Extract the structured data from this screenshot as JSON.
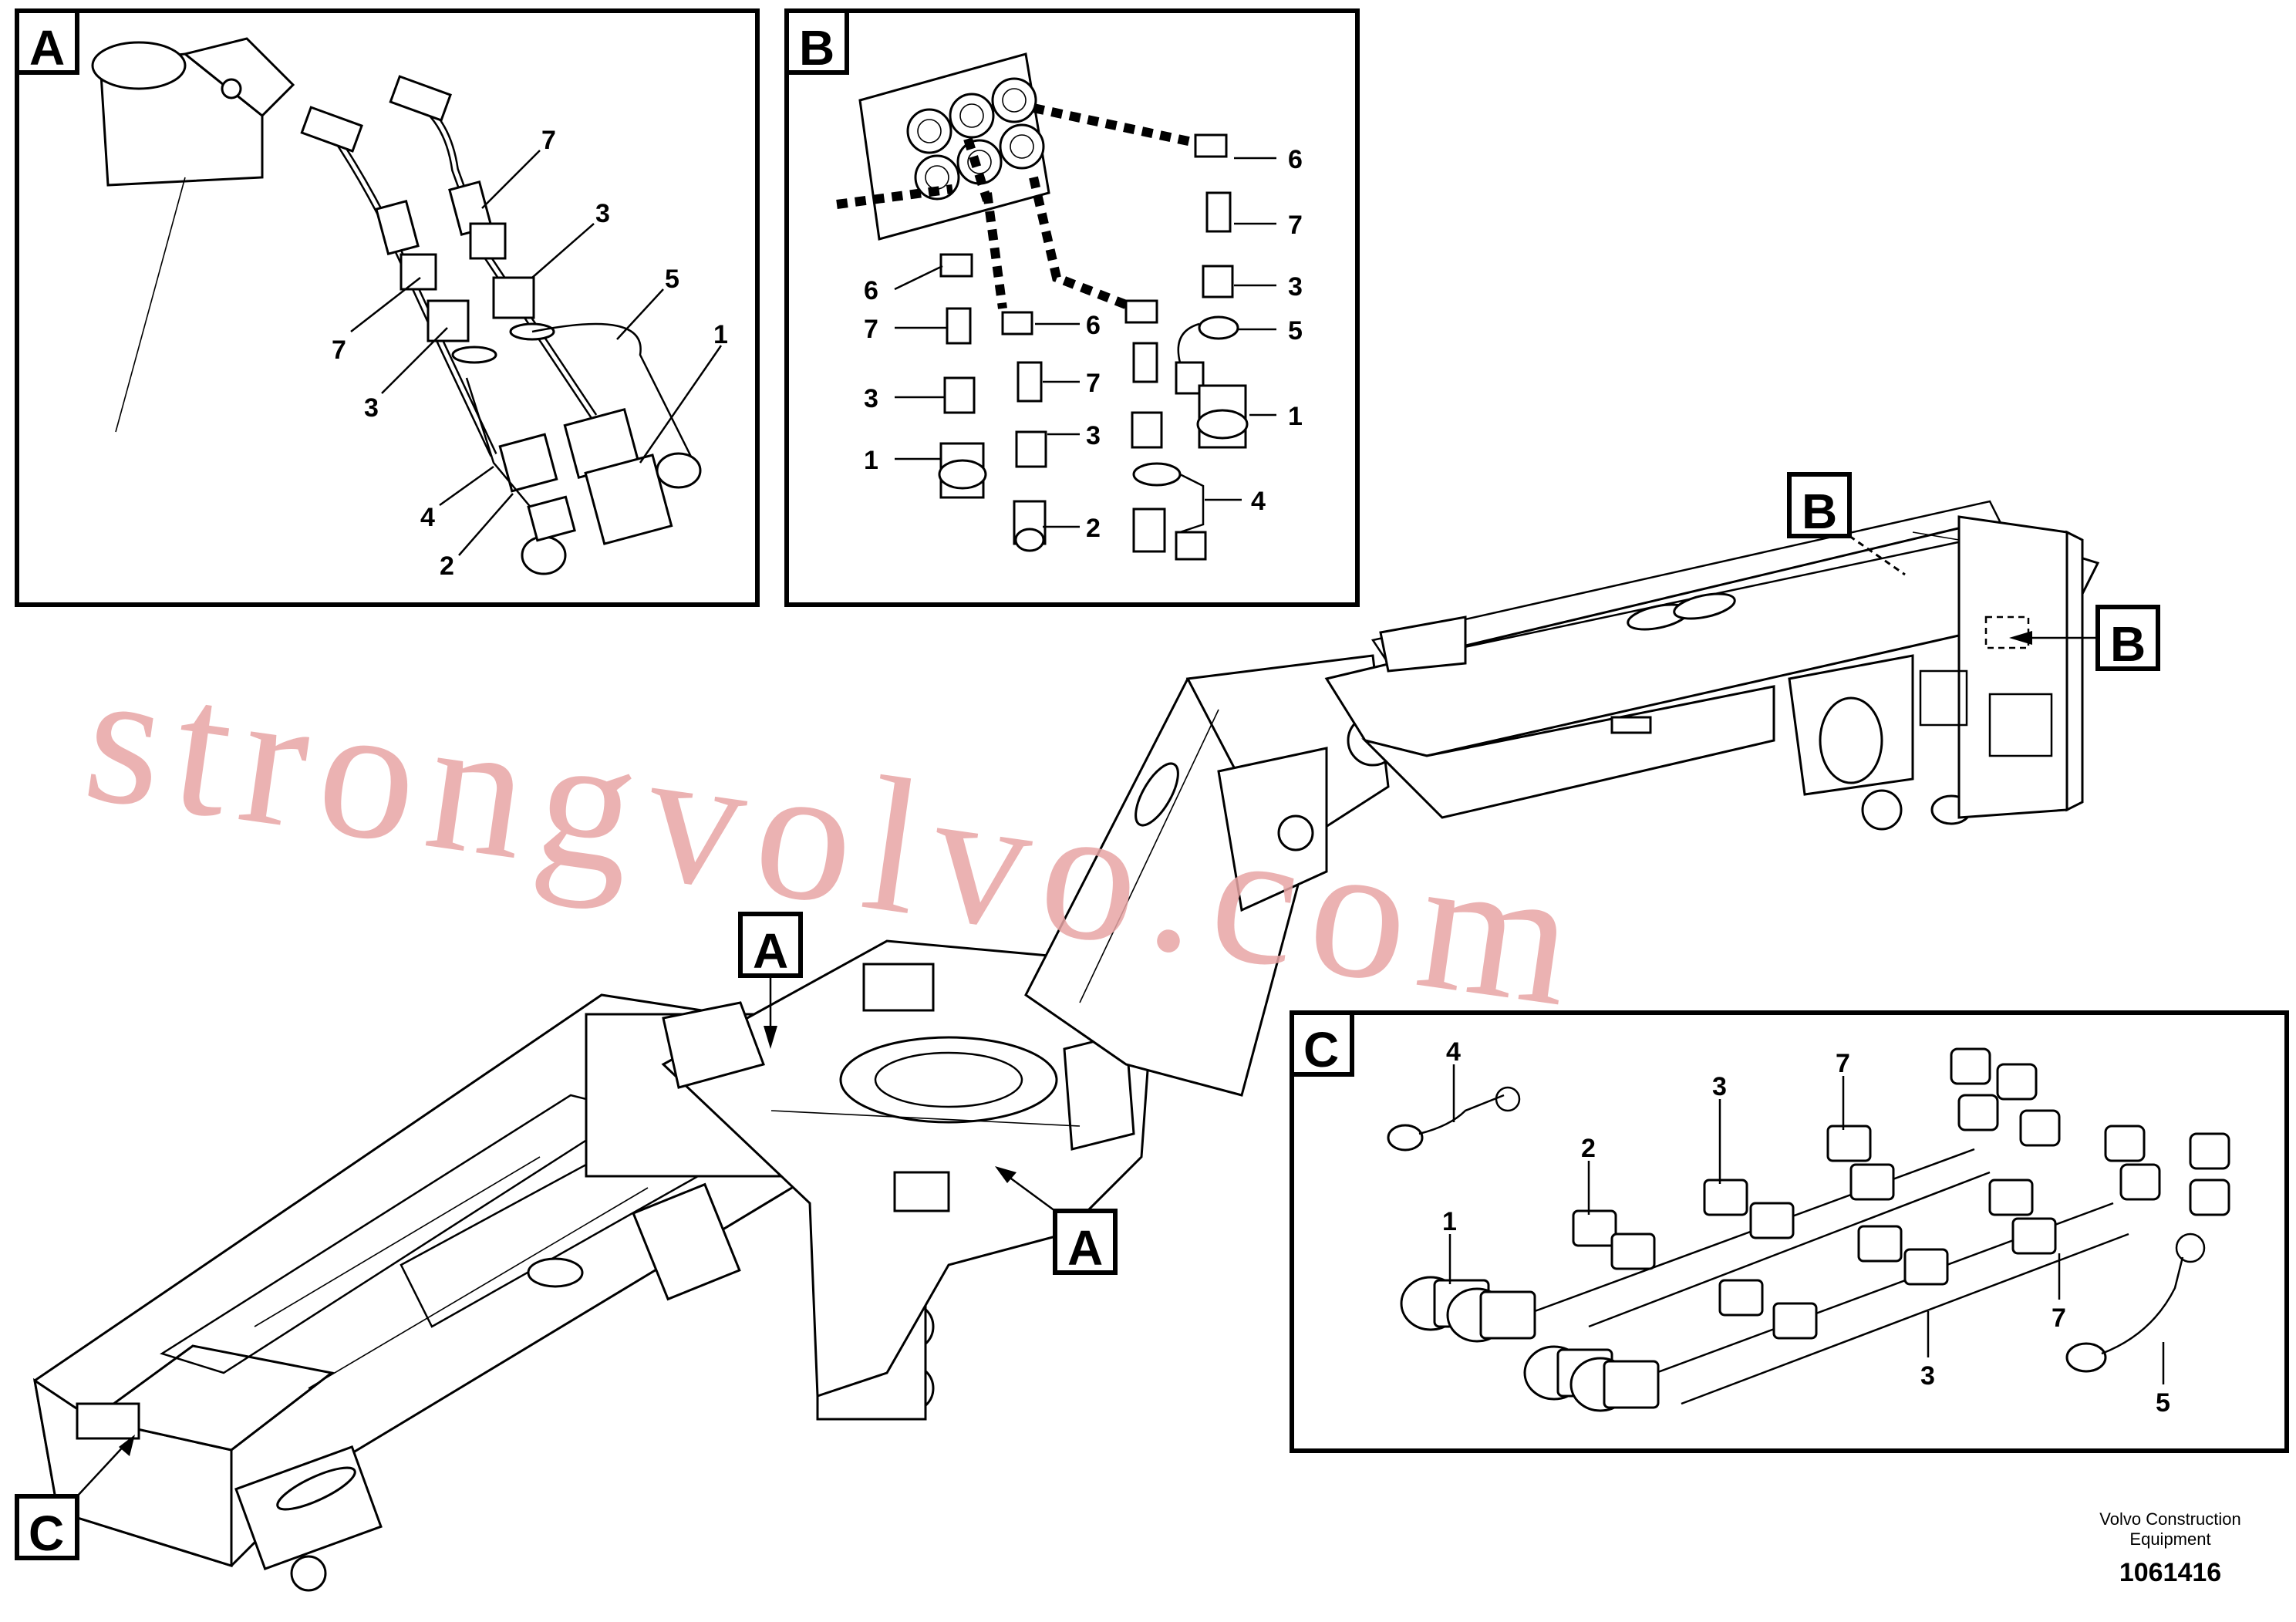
{
  "panels": {
    "a": {
      "tag": "A",
      "callouts": [
        "7",
        "3",
        "5",
        "1",
        "7",
        "3",
        "4",
        "2"
      ]
    },
    "b": {
      "tag": "B",
      "callouts": [
        "6",
        "7",
        "3",
        "5",
        "1",
        "6",
        "7",
        "3",
        "1",
        "6",
        "7",
        "3",
        "2",
        "4"
      ]
    },
    "c": {
      "tag": "C",
      "callouts": [
        "4",
        "7",
        "3",
        "2",
        "1",
        "7",
        "3",
        "5"
      ]
    }
  },
  "frame_tags": {
    "a_top": "A",
    "a_side": "A",
    "b_top": "B",
    "b_side": "B",
    "c_bottom": "C"
  },
  "watermark": "strongvolvo.com",
  "footer": {
    "company_line1": "Volvo Construction",
    "company_line2": "Equipment",
    "drawing_number": "1061416"
  }
}
